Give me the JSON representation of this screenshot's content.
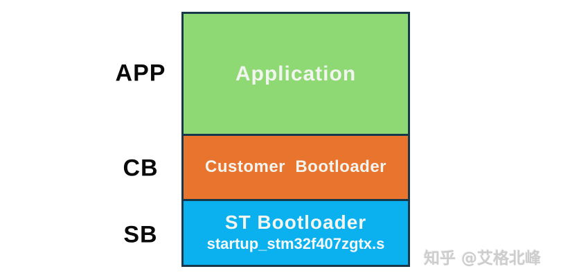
{
  "diagram": {
    "border_color": "#17384a",
    "label_color": "#0a0a0a",
    "block_text_color": "#f2f5ef",
    "blocks": [
      {
        "label": "APP",
        "title": "Application",
        "subtitle": "",
        "fill": "#8ed973"
      },
      {
        "label": "CB",
        "title": "Customer  Bootloader",
        "subtitle": "",
        "fill": "#e8742e"
      },
      {
        "label": "SB",
        "title": "ST Bootloader",
        "subtitle": "startup_stm32f407zgtx.s",
        "fill": "#0bb1ef"
      }
    ]
  },
  "watermark": {
    "text": "知乎 @艾格北峰",
    "color": "#cdcdcd"
  }
}
